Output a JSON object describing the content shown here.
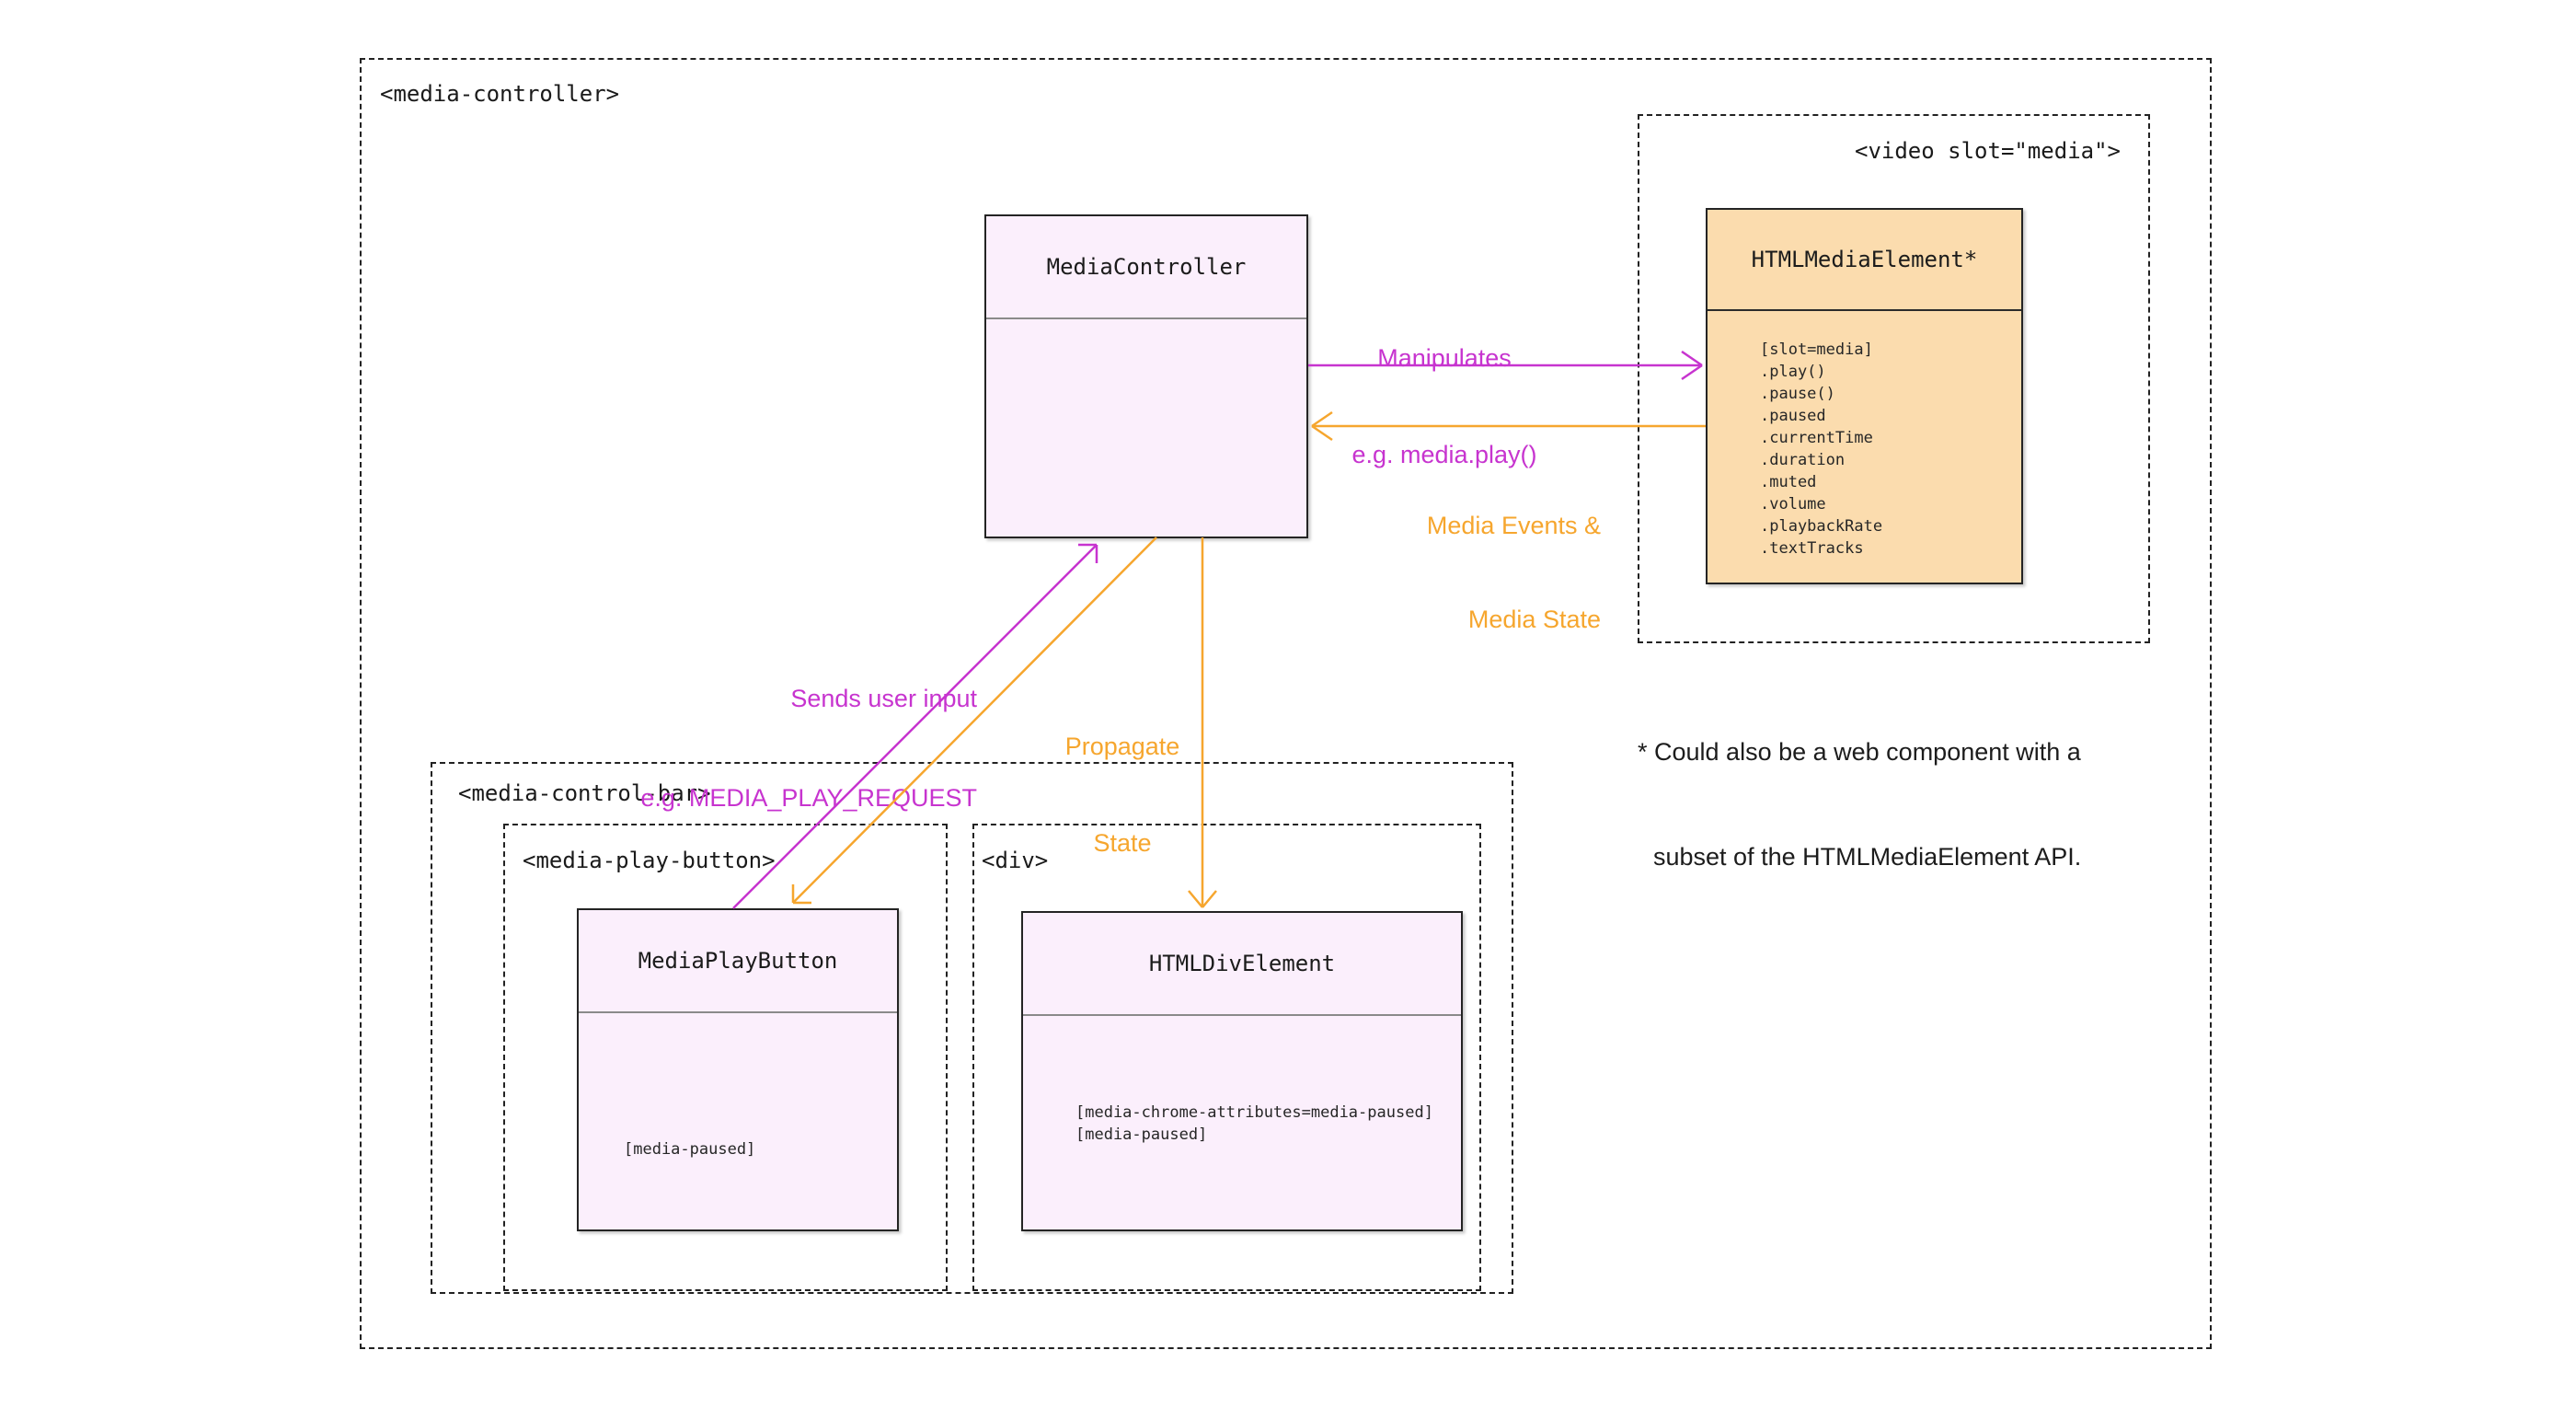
{
  "diagram": {
    "outer": {
      "tag": "<media-controller>"
    },
    "controller_box": {
      "title": "MediaController"
    },
    "video_slot": {
      "tag": "<video slot=\"media\">",
      "box_title": "HTMLMediaElement*",
      "attributes": [
        "[slot=media]",
        ".play()",
        ".pause()",
        ".paused",
        ".currentTime",
        ".duration",
        ".muted",
        ".volume",
        ".playbackRate",
        ".textTracks"
      ]
    },
    "labels": {
      "manipulates": {
        "line1": "Manipulates",
        "line2": "e.g. media.play()"
      },
      "media_events": {
        "line1": "Media Events &",
        "line2": "Media State"
      },
      "sends_input": {
        "line1": "Sends user input",
        "line2": "e.g. MEDIA_PLAY_REQUEST"
      },
      "propagate": {
        "line1": "Propagate",
        "line2": "State"
      }
    },
    "control_bar": {
      "tag": "<media-control-bar>",
      "play_button": {
        "tag": "<media-play-button>",
        "box_title": "MediaPlayButton",
        "attributes": [
          "[media-paused]"
        ]
      },
      "div_slot": {
        "tag": "<div>",
        "box_title": "HTMLDivElement",
        "attributes": [
          "[media-chrome-attributes=media-paused]",
          "[media-paused]"
        ]
      }
    },
    "footnote": {
      "line1": "* Could also be a web component with a",
      "line2": "subset of the HTMLMediaElement API."
    },
    "colors": {
      "magenta": "#c734cf",
      "orange": "#f6a62e",
      "pink_fill": "#fbeffc",
      "orange_fill": "#fbdcae"
    }
  }
}
